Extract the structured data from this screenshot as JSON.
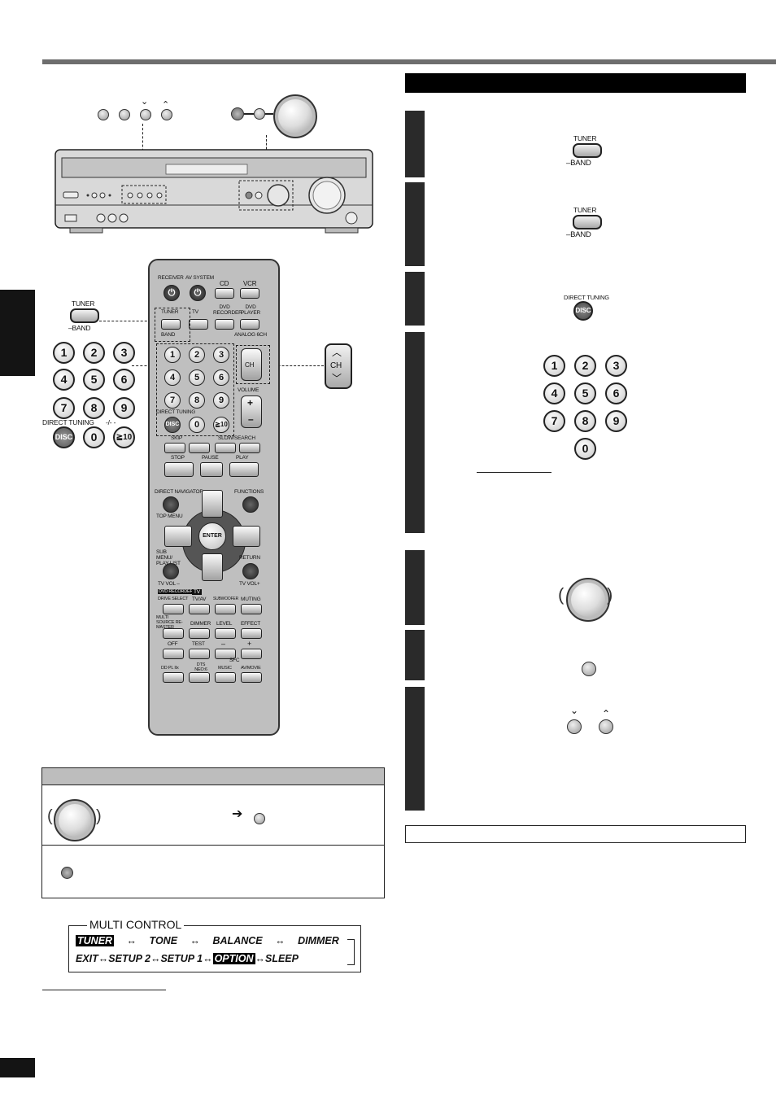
{
  "receiver_buttons": {
    "tuner_label": "TUNER",
    "band_label": "BAND",
    "direct_tuning_label": "DIRECT TUNING",
    "disc_label": "DISC",
    "ch_label": "CH",
    "down_arrow": "﹀",
    "up_arrow": "︿"
  },
  "remote": {
    "receiver": "RECEIVER",
    "av_system": "AV SYSTEM",
    "cd": "CD",
    "vcr": "VCR",
    "tuner": "TUNER",
    "tv": "TV",
    "dvd_recorder": "DVD RECORDER",
    "dvd_player": "DVD PLAYER",
    "band": "BAND",
    "analog_6ch": "ANALOG 6CH",
    "volume": "VOLUME",
    "direct_tuning": "DIRECT TUNING",
    "skip": "SKIP",
    "slow_search": "SLOW/SEARCH",
    "stop": "STOP",
    "pause": "PAUSE",
    "play": "PLAY",
    "direct_navigator": "DIRECT NAVIGATOR",
    "top_menu": "TOP MENU",
    "functions": "FUNCTIONS",
    "enter": "ENTER",
    "sub_menu": "SUB MENU/ PLAY LIST",
    "return": "RETURN",
    "tv_vol_minus": "TV VOL –",
    "tv_vol_plus": "TV VOL+",
    "dvd_recorder_tag": "DVD RECORDER",
    "tv_tag": "TV",
    "drive_select": "DRIVE SELECT",
    "tv_av": "TV/AV",
    "subwoofer": "SUBWOOFER",
    "muting": "MUTING",
    "multi_source": "MULTI SOURCE RE-MASTER",
    "dimmer": "DIMMER",
    "level": "LEVEL",
    "effect": "EFFECT",
    "off": "OFF",
    "test": "TEST",
    "minus": "–",
    "plus": "+",
    "sfc": "SFC",
    "pl2x": "DD PL IIx",
    "dts_neo": "DTS NEO:6",
    "music": "MUSIC",
    "av_movie": "AV/MOVIE"
  },
  "numbers": [
    "1",
    "2",
    "3",
    "4",
    "5",
    "6",
    "7",
    "8",
    "9",
    "0"
  ],
  "ten_key": "≧10",
  "dash_key": "-/- -",
  "multi_control": {
    "title": "MULTI CONTROL",
    "row1": [
      "TUNER",
      "TONE",
      "BALANCE",
      "DIMMER"
    ],
    "row2": [
      "EXIT",
      "SETUP 2",
      "SETUP 1",
      "OPTION",
      "SLEEP"
    ],
    "arrow": "↔"
  },
  "tip_arrow": "➔"
}
